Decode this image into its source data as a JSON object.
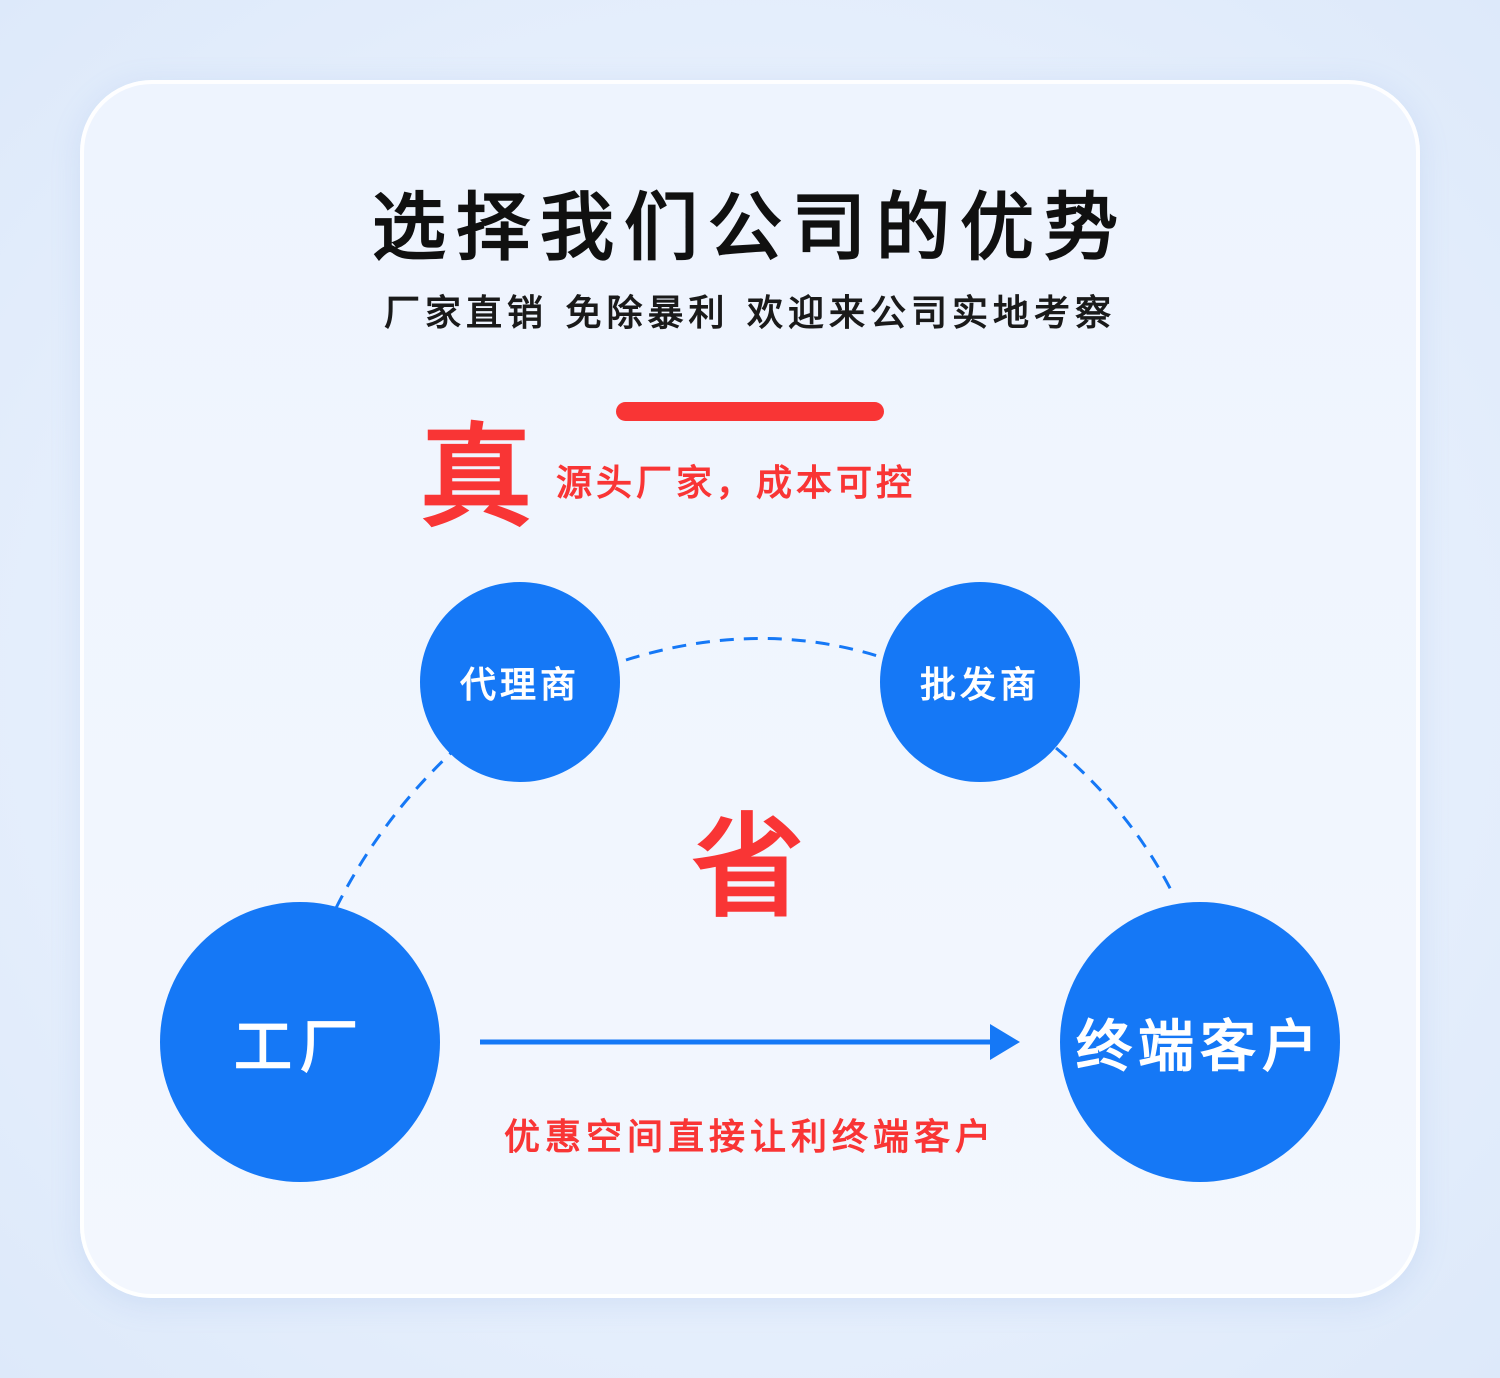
{
  "title": "选择我们公司的优势",
  "subtitle": "厂家直销 免除暴利 欢迎来公司实地考察",
  "true_char": "真",
  "true_slogan": "源头厂家，成本可控",
  "save_char": "省",
  "nodes": {
    "agent": "代理商",
    "wholesaler": "批发商",
    "factory": "工厂",
    "customer": "终端客户"
  },
  "benefit": "优惠空间直接让利终端客户",
  "colors": {
    "accent_blue": "#1578f6",
    "accent_red": "#f93535",
    "card_background": "#eef4fe"
  }
}
